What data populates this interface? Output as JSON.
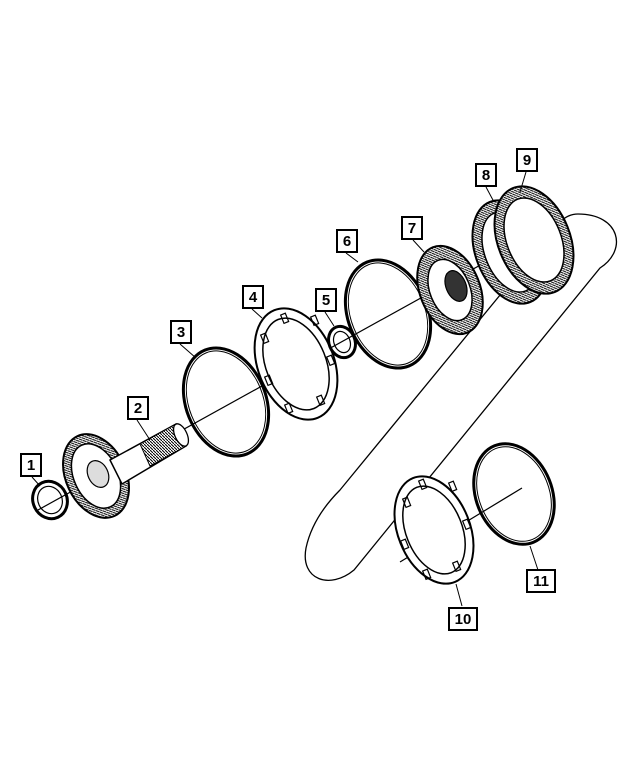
{
  "diagram": {
    "parts": [
      {
        "id": "part-1",
        "label": "1"
      },
      {
        "id": "part-2",
        "label": "2"
      },
      {
        "id": "part-3",
        "label": "3"
      },
      {
        "id": "part-4",
        "label": "4"
      },
      {
        "id": "part-5",
        "label": "5"
      },
      {
        "id": "part-6",
        "label": "6"
      },
      {
        "id": "part-7",
        "label": "7"
      },
      {
        "id": "part-8",
        "label": "8"
      },
      {
        "id": "part-9",
        "label": "9"
      },
      {
        "id": "part-10",
        "label": "10"
      },
      {
        "id": "part-11",
        "label": "11"
      }
    ],
    "line_color": "#000000",
    "background": "#ffffff"
  }
}
